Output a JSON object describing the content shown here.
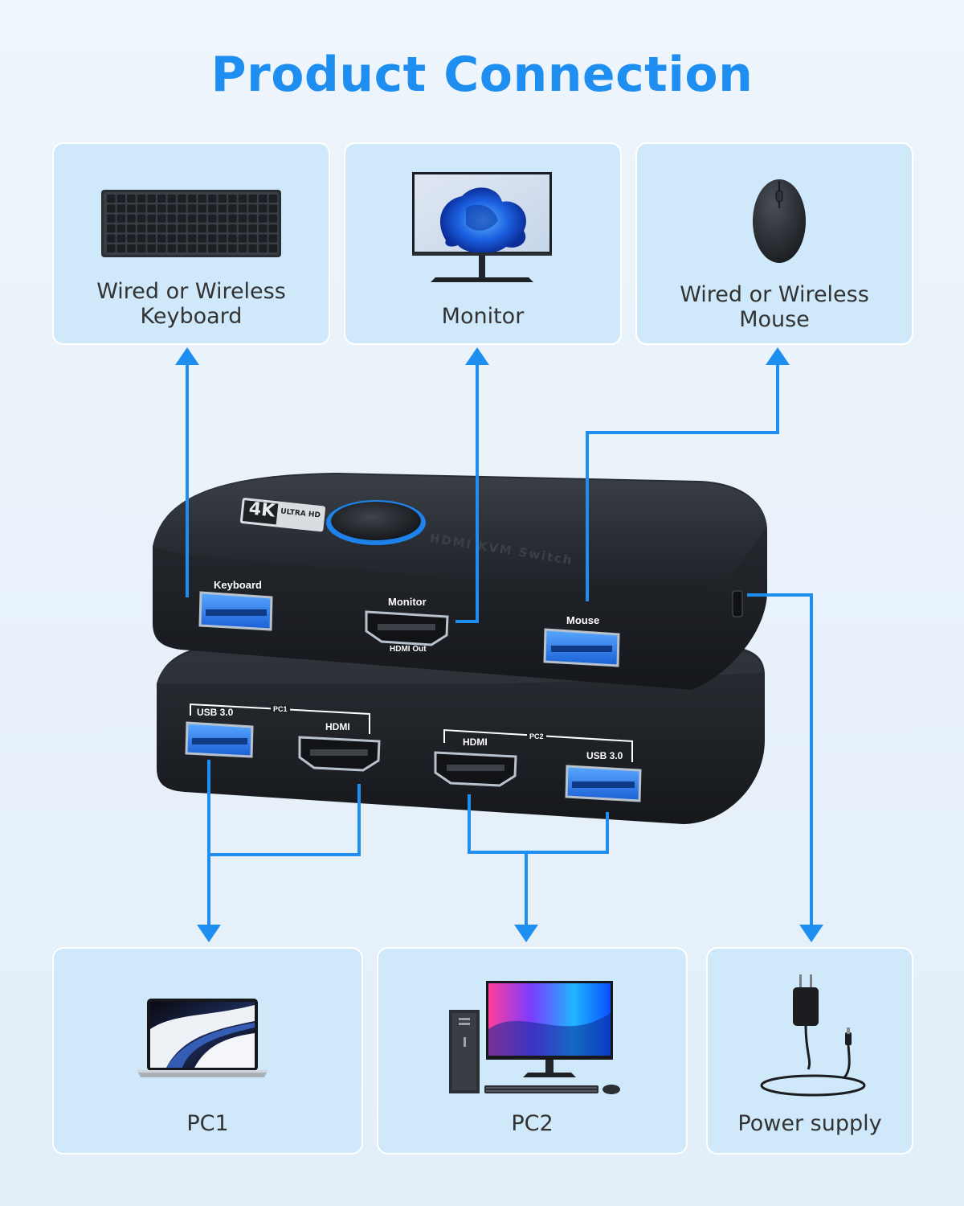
{
  "title": "Product Connection",
  "colors": {
    "accent": "#1e8ff0",
    "card": "#cfe8fa",
    "device": "#1f2327",
    "led": "#1e90ff"
  },
  "top_cards": [
    {
      "id": "keyboard",
      "label_lines": [
        "Wired or Wireless",
        "Keyboard"
      ],
      "icon": "keyboard-icon"
    },
    {
      "id": "monitor",
      "label_lines": [
        "Monitor"
      ],
      "icon": "monitor-icon"
    },
    {
      "id": "mouse",
      "label_lines": [
        "Wired or Wireless",
        "Mouse"
      ],
      "icon": "mouse-icon"
    }
  ],
  "bottom_cards": [
    {
      "id": "pc1",
      "label": "PC1",
      "icon": "laptop-icon"
    },
    {
      "id": "pc2",
      "label": "PC2",
      "icon": "desktop-pc-icon"
    },
    {
      "id": "power",
      "label": "Power supply",
      "icon": "power-adapter-icon"
    }
  ],
  "device": {
    "top_panel_text": "HDMI KVM Switch",
    "badge_main": "4K",
    "badge_sub": "ULTRA HD",
    "front_ports": {
      "keyboard": "Keyboard",
      "monitor": "Monitor",
      "monitor_sub": "HDMI Out",
      "mouse": "Mouse"
    },
    "rear_ports": {
      "pc1": "PC1",
      "pc1_usb": "USB 3.0",
      "pc1_hdmi": "HDMI",
      "pc2": "PC2",
      "pc2_hdmi": "HDMI",
      "pc2_usb": "USB 3.0"
    }
  }
}
